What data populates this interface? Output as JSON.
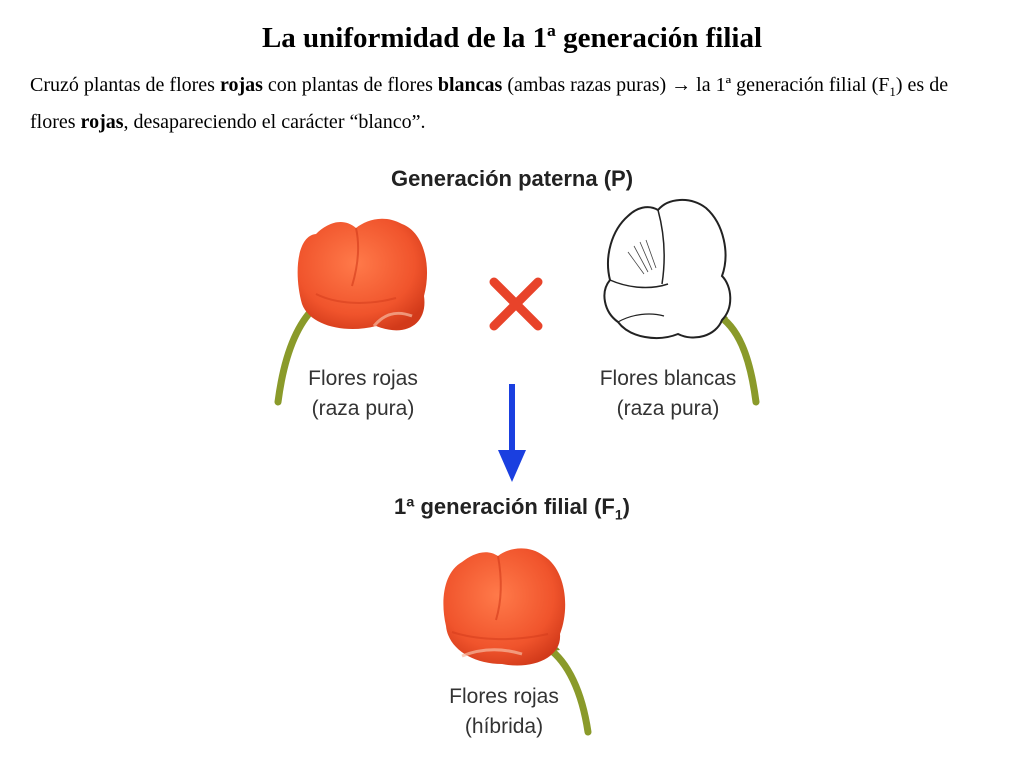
{
  "slide": {
    "title": "La uniformidad de la 1ª generación filial"
  },
  "intro": {
    "p1": "Cruzó plantas de flores ",
    "b1": "rojas",
    "p2": " con plantas de flores ",
    "b2": "blancas",
    "p3": " (ambas razas puras) → la 1ª generación filial (F",
    "sub": "1",
    "p4": ") es de flores ",
    "b3": "rojas",
    "p5": ", desapareciendo el carácter “blanco”."
  },
  "diagram": {
    "parental_heading": "Generación paterna (P)",
    "filial_heading_main": "1ª generación filial (F",
    "filial_heading_sub": "1",
    "filial_heading_end": ")",
    "red_parent": {
      "line1": "Flores rojas",
      "line2": "(raza pura)"
    },
    "white_parent": {
      "line1": "Flores blancas",
      "line2": "(raza pura)"
    },
    "hybrid": {
      "line1": "Flores rojas",
      "line2": "(híbrida)"
    }
  },
  "colors": {
    "flower_red": "#f0542c",
    "flower_red_dark": "#d23a1a",
    "stem_green": "#8a9a2a",
    "cross_red": "#e8432a",
    "arrow_blue": "#1a3fe0"
  },
  "icons": {
    "cross": "cross-icon",
    "arrow": "arrow-down-icon"
  }
}
